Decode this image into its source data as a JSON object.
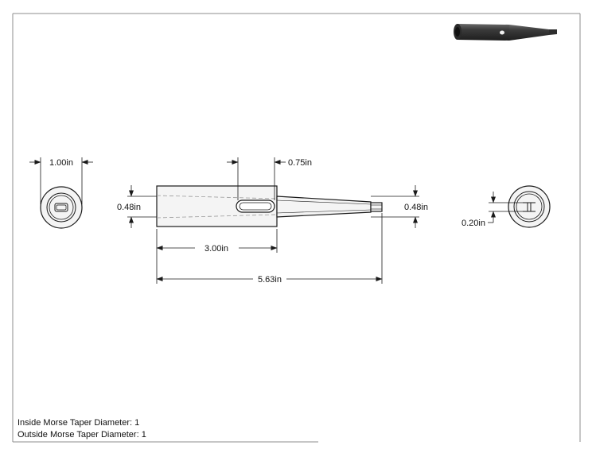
{
  "dimensions": {
    "end_left_diameter": "1.00in",
    "slot_length": "0.75in",
    "left_height": "0.48in",
    "right_height": "0.48in",
    "tang_width": "0.20in",
    "body_length": "3.00in",
    "overall_length": "5.63in"
  },
  "notes": {
    "inside_taper": "Inside Morse Taper Diameter: 1",
    "outside_taper": "Outside Morse Taper Diameter: 1"
  },
  "colors": {
    "line": "#1a1a1a",
    "hidden_line": "#9a9a9a",
    "fill": "#f4f4f4",
    "part_dark": "#3a3a3a",
    "frame": "#8c8c8c"
  }
}
